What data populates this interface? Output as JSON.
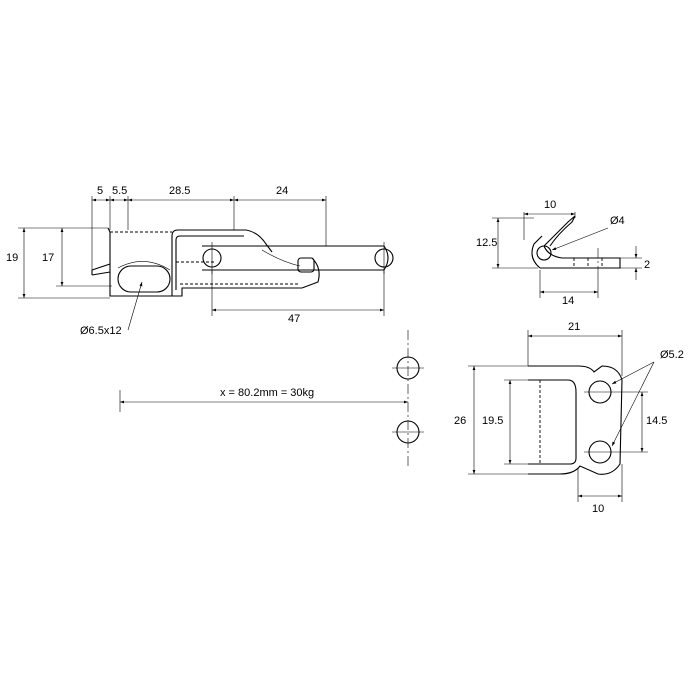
{
  "side_view": {
    "dim_5": "5",
    "dim_5_5": "5.5",
    "dim_28_5": "28.5",
    "dim_24": "24",
    "dim_19": "19",
    "dim_17": "17",
    "dim_47": "47",
    "dim_slot": "Ø6.5x12"
  },
  "hook_side": {
    "dim_10": "10",
    "dim_hole": "Ø4",
    "dim_12_5": "12.5",
    "dim_2": "2",
    "dim_14": "14"
  },
  "catch_plate": {
    "dim_21": "21",
    "dim_hole": "Ø5.2",
    "dim_26": "26",
    "dim_19_5": "19.5",
    "dim_14_5": "14.5",
    "dim_10": "10"
  },
  "mounting": {
    "distance_label": "x = 80.2mm = 30kg"
  }
}
